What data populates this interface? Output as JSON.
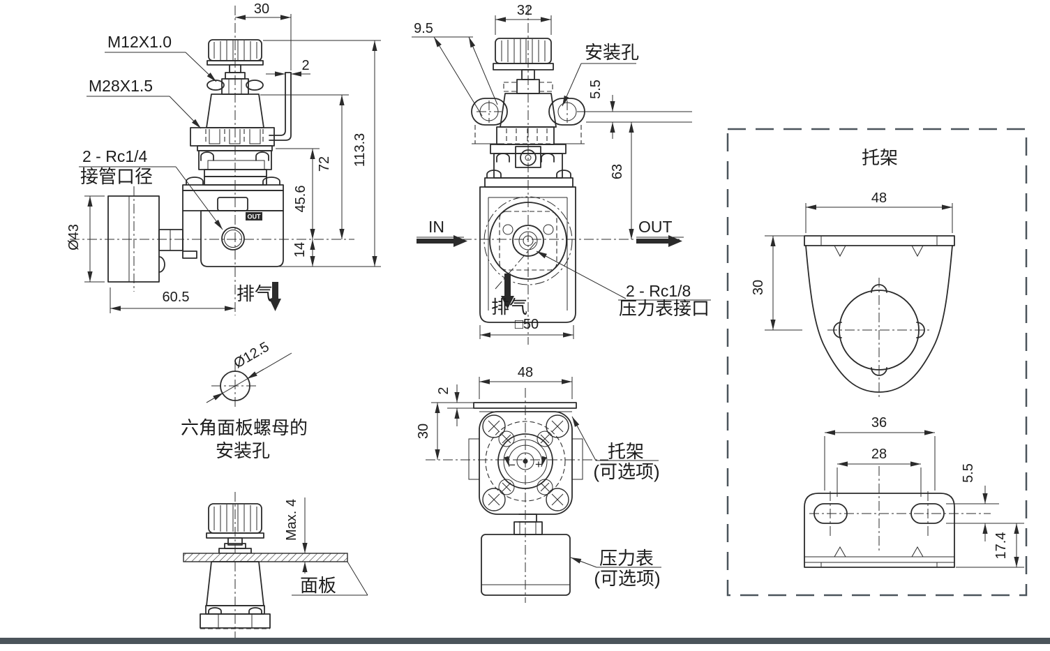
{
  "colors": {
    "line": "#2b2b2b",
    "accent_bar": "#4b545b",
    "box_dash": "#4b545b"
  },
  "front": {
    "labels": {
      "thread_top": "M12X1.0",
      "thread_bonnet": "M28X1.5",
      "port_line1": "2 - Rc1/4",
      "port_line2": "接管口径",
      "exhaust": "排气",
      "out_badge": "OUT"
    },
    "dims": {
      "w30": "30",
      "t2": "2",
      "h113": "113.3",
      "h72": "72",
      "h45": "45.6",
      "h14": "14",
      "gauge_dia": "Ø43",
      "w60": "60.5"
    }
  },
  "side": {
    "labels": {
      "mount_hole": "安装孔",
      "in": "IN",
      "out": "OUT",
      "exhaust": "排气",
      "gauge_port_line1": "2 - Rc1/8",
      "gauge_port_line2": "压力表接口"
    },
    "dims": {
      "w32": "32",
      "hole_dia": "9.5",
      "slot": "5.5",
      "h63": "63",
      "square": "□50"
    }
  },
  "bottom": {
    "labels": {
      "bracket_line1": "托架",
      "bracket_line2": "(可选项)",
      "gauge_line1": "压力表",
      "gauge_line2": "(可选项)",
      "minus": "−",
      "plus": "+"
    },
    "dims": {
      "w48": "48",
      "t2": "2",
      "h30": "30"
    }
  },
  "panel": {
    "labels": {
      "caption_line1": "六角面板螺母的",
      "caption_line2": "安装孔",
      "panel": "面板"
    },
    "dims": {
      "hole_dia": "Ø12.5",
      "max": "Max. 4"
    }
  },
  "bracket": {
    "title": "托架",
    "dims": {
      "w48": "48",
      "h30": "30",
      "w36": "36",
      "w28": "28",
      "slot": "5.5",
      "h17": "17.4"
    }
  }
}
